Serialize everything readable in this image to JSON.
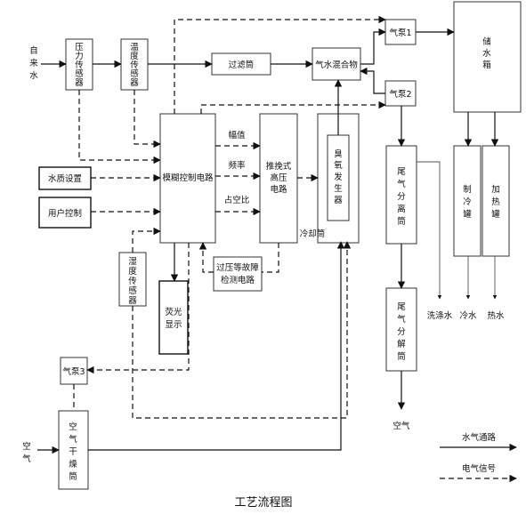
{
  "title": "工艺流程图",
  "inputs": {
    "tap_water": [
      "自",
      "来",
      "水"
    ],
    "air": [
      "空",
      "气"
    ]
  },
  "boxes": {
    "pressure_sensor": [
      "压",
      "力",
      "传",
      "感",
      "器"
    ],
    "temp_sensor_top": [
      "温",
      "度",
      "传",
      "感",
      "器"
    ],
    "filter": "过滤筒",
    "gas_water_mixer": "气水混合物",
    "gas_pump1": "气泵1",
    "gas_pump2": "气泵2",
    "water_tank": [
      "储",
      "水",
      "箱"
    ],
    "water_quality_setting": "水质设置",
    "user_control": "用户控制",
    "fuzzy_control": "模糊控制电路",
    "push_pull_hv": [
      "推挽式",
      "高压",
      "电路"
    ],
    "ozone_generator": [
      "臭",
      "氧",
      "发",
      "生",
      "器"
    ],
    "cooling_tube": "冷却筒",
    "overvoltage_detect": [
      "过压等故障",
      "检测电路"
    ],
    "fluorescent_display": [
      "荧光",
      "显示"
    ],
    "temp_sensor_bottom": [
      "湿",
      "度",
      "传",
      "感",
      "器"
    ],
    "tail_gas_separator": [
      "尾",
      "气",
      "分",
      "离",
      "筒"
    ],
    "tail_gas_decomposer": [
      "尾",
      "气",
      "分",
      "解",
      "筒"
    ],
    "cooling_tank": [
      "制",
      "冷",
      "罐"
    ],
    "heating_tank": [
      "加",
      "热",
      "罐"
    ],
    "gas_pump3": "气泵3",
    "air_dryer": [
      "空",
      "气",
      "干",
      "燥",
      "筒"
    ]
  },
  "signals": {
    "amplitude": "幅值",
    "frequency": "频率",
    "duty_ratio": "占空比"
  },
  "outputs": {
    "wash_water": "洗涤水",
    "cold_water": "冷水",
    "hot_water": "热水",
    "air_out": "空气"
  },
  "legend": {
    "water_gas_path": "水气通路",
    "electric_signal": "电气信号"
  }
}
